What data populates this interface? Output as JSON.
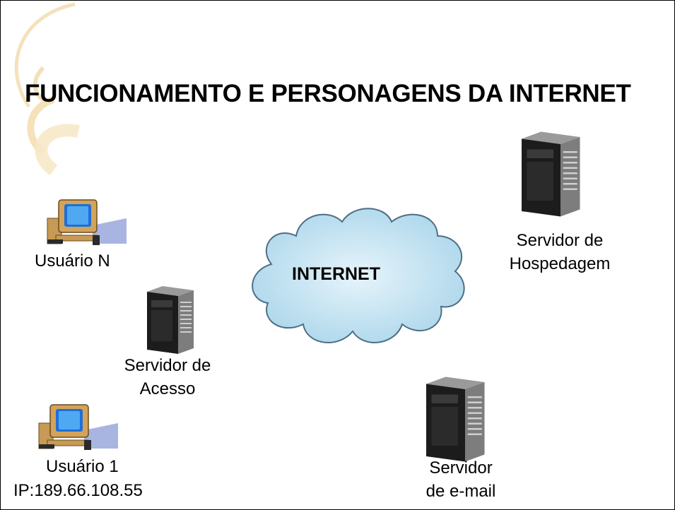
{
  "slide": {
    "title": "FUNCIONAMENTO E PERSONAGENS DA INTERNET",
    "cloud_label": "INTERNET",
    "nodes": {
      "user_n": {
        "label": "Usuário N"
      },
      "user_1": {
        "label_line1": "Usuário 1",
        "label_line2": "IP:189.66.108.55"
      },
      "access_server": {
        "label_line1": "Servidor de",
        "label_line2": "Acesso"
      },
      "hosting_server": {
        "label_line1": "Servidor de",
        "label_line2": "Hospedagem"
      },
      "email_server": {
        "label_line1": "Servidor",
        "label_line2": "de e-mail"
      }
    }
  }
}
